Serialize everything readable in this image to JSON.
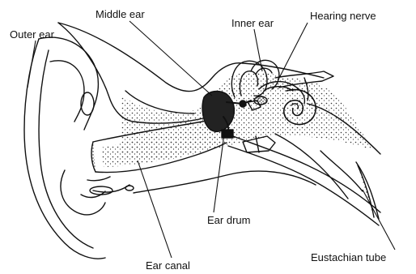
{
  "labels": {
    "outer_ear": "Outer ear",
    "middle_ear": "Middle ear",
    "inner_ear": "Inner ear",
    "hearing_nerve": "Hearing nerve",
    "ear_drum": "Ear drum",
    "ear_canal": "Ear canal",
    "eustachian_tube": "Eustachian tube"
  },
  "colors": {
    "ink": "#111111",
    "background": "#ffffff",
    "stipple": "#333333"
  }
}
